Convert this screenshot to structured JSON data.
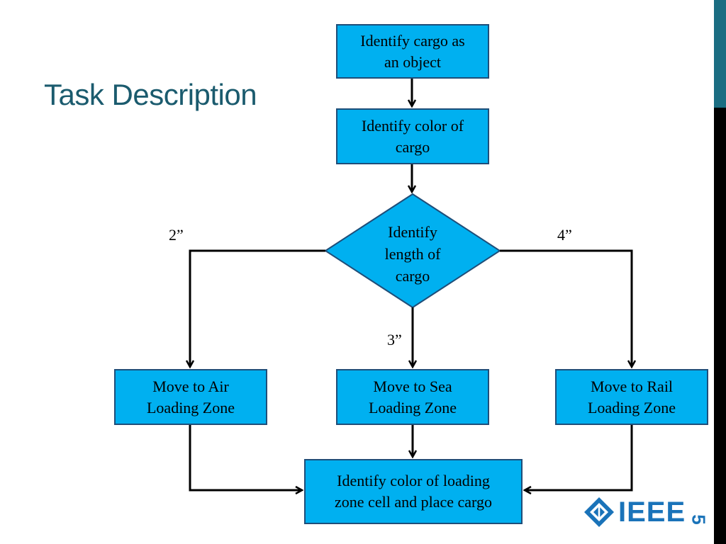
{
  "slide": {
    "title": "Task Description",
    "page_number": "5"
  },
  "logo": {
    "text": "IEEE"
  },
  "flowchart": {
    "nodes": {
      "identify_object": "Identify cargo as\nan object",
      "identify_color": "Identify color of\ncargo",
      "identify_length": "Identify\nlength of\ncargo",
      "air_zone": "Move to Air\nLoading Zone",
      "sea_zone": "Move to Sea\nLoading Zone",
      "rail_zone": "Move to Rail\nLoading Zone",
      "place_cargo": "Identify color of loading\nzone cell and place cargo"
    },
    "edge_labels": {
      "left": "2”",
      "middle": "3”",
      "right": "4”"
    }
  },
  "colors": {
    "node_fill": "#00b0f0",
    "node_border": "#1f4e79",
    "title": "#1b5b6e",
    "logo": "#1a73b9"
  }
}
